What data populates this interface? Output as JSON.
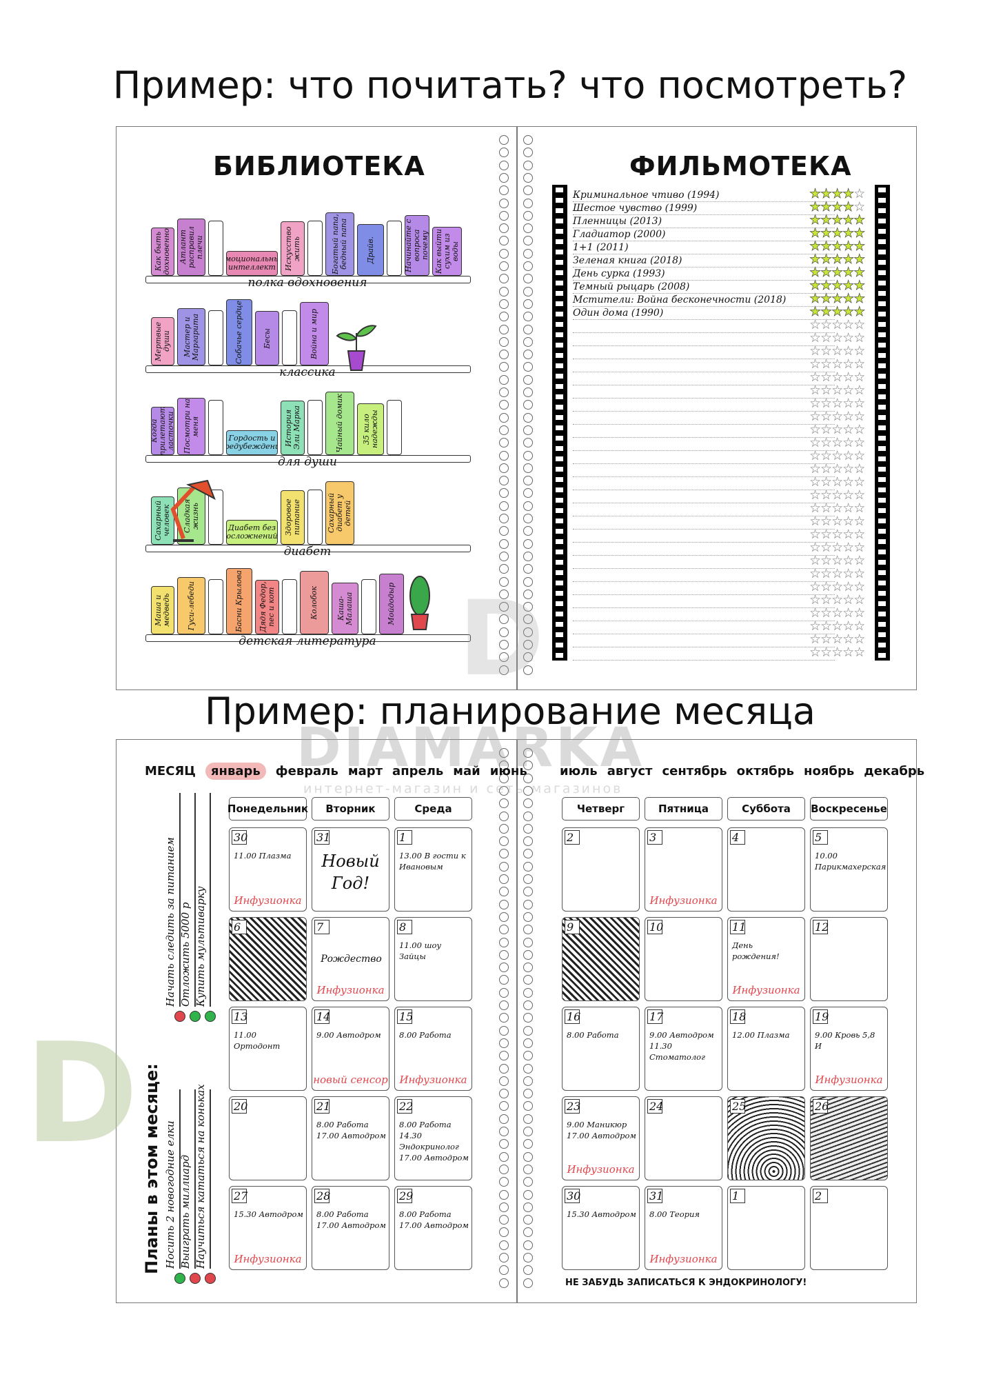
{
  "heading_1": "Пример: что почитать? что посмотреть?",
  "heading_2": "Пример: планирование месяца",
  "library": {
    "title": "БИБЛИОТЕКА",
    "shelves": [
      {
        "label": "полка вдохновения",
        "books": [
          "Как быть вдохновенной",
          "Атлант расправил плечи",
          "Эмоциональный интеллект",
          "Искусство жить",
          "Богатый папа, бедный папа",
          "Драйв.",
          "Начинайте с вопроса почему",
          "Как выйти сухим из воды"
        ]
      },
      {
        "label": "классика",
        "books": [
          "Мертвые души",
          "Мастер и Маргарита",
          "Собачье сердце",
          "Бесы",
          "Война и мир"
        ]
      },
      {
        "label": "для души",
        "books": [
          "Когда прилетают ласточки",
          "Посмотри на меня",
          "Гордость и предубеждение",
          "История Эли Марка",
          "Чайный домик",
          "35 кило надежды"
        ]
      },
      {
        "label": "диабет",
        "books": [
          "Сахарный человек",
          "Сладкая жизнь",
          "Диабет без осложнений",
          "Здоровое питание",
          "Сахарный диабет у детей"
        ]
      },
      {
        "label": "детская литература",
        "books": [
          "Маша и медведь",
          "Гуси-лебеди",
          "Басни Крылова",
          "Дядя Федор, пес и кот",
          "Колобок",
          "Каша-Малаша",
          "Мойдодыр"
        ]
      }
    ]
  },
  "filmoteka": {
    "title": "ФИЛЬМОТЕКА",
    "films": [
      {
        "name": "Криминальное чтиво (1994)",
        "rating": 4
      },
      {
        "name": "Шестое чувство (1999)",
        "rating": 4
      },
      {
        "name": "Пленницы (2013)",
        "rating": 5
      },
      {
        "name": "Гладиатор (2000)",
        "rating": 5
      },
      {
        "name": "1+1 (2011)",
        "rating": 5
      },
      {
        "name": "Зеленая книга (2018)",
        "rating": 5
      },
      {
        "name": "День сурка (1993)",
        "rating": 5
      },
      {
        "name": "Темный рыцарь (2008)",
        "rating": 5
      },
      {
        "name": "Мстители: Война бесконечности (2018)",
        "rating": 5
      },
      {
        "name": "Один дома (1990)",
        "rating": 5
      }
    ],
    "empty_rows": 26,
    "star_filled": "★",
    "star_empty": "☆",
    "star_color": "#c7e63a"
  },
  "calendar": {
    "month_label": "МЕСЯЦ",
    "months_left": [
      "январь",
      "февраль",
      "март",
      "апрель",
      "май",
      "июнь"
    ],
    "months_right": [
      "июль",
      "август",
      "сентябрь",
      "октябрь",
      "ноябрь",
      "декабрь"
    ],
    "selected_month": "январь",
    "days_left": [
      "Понедельник",
      "Вторник",
      "Среда"
    ],
    "days_right": [
      "Четверг",
      "Пятница",
      "Суббота",
      "Воскресенье"
    ],
    "plans_title": "Планы в этом месяце:",
    "plans": [
      "Носить 2 новогодние елки",
      "Выиграть миллиард",
      "Научиться кататься на коньках",
      "Начать следить за питанием",
      "Отложить 5000 р",
      "Купить мультиварку"
    ],
    "plan_colors": [
      "#2fb34a",
      "#e0474c",
      "#e0474c",
      "#e0474c",
      "#2fb34a",
      "#2fb34a"
    ],
    "reminder": "НЕ ЗАБУДЬ ЗАПИСАТЬСЯ К ЭНДОКРИНОЛОГУ!",
    "weeks": [
      [
        {
          "n": "30",
          "ev": "11.00 Плазма",
          "inf": "Инфузионка"
        },
        {
          "n": "31",
          "big": "Новый Год!"
        },
        {
          "n": "1",
          "ev": "13.00 В гости к Ивановым"
        },
        {
          "n": "2"
        },
        {
          "n": "3",
          "inf": "Инфузионка"
        },
        {
          "n": "4"
        },
        {
          "n": "5",
          "ev": "10.00 Парикмахерская"
        }
      ],
      [
        {
          "n": "6",
          "pat": "pat"
        },
        {
          "n": "7",
          "mid": "Рождество",
          "inf": "Инфузионка"
        },
        {
          "n": "8",
          "ev": "11.00 шоу Зайцы"
        },
        {
          "n": "9",
          "pat": "pat"
        },
        {
          "n": "10"
        },
        {
          "n": "11",
          "ev": "День рождения!",
          "inf": "Инфузионка"
        },
        {
          "n": "12"
        }
      ],
      [
        {
          "n": "13",
          "ev": "11.00 Ортодонт"
        },
        {
          "n": "14",
          "ev": "9.00 Автодром",
          "inf": "новый сенсор"
        },
        {
          "n": "15",
          "ev": "8.00 Работа",
          "inf": "Инфузионка"
        },
        {
          "n": "16",
          "ev": "8.00 Работа"
        },
        {
          "n": "17",
          "ev": "9.00 Автодром 11.30 Стоматолог"
        },
        {
          "n": "18",
          "ev": "12.00 Плазма"
        },
        {
          "n": "19",
          "ev": "9.00 Кровь 5,8 И",
          "inf": "Инфузионка"
        }
      ],
      [
        {
          "n": "20"
        },
        {
          "n": "21",
          "ev": "8.00 Работа 17.00 Автодром"
        },
        {
          "n": "22",
          "ev": "8.00 Работа 14.30 Эндокринолог 17.00 Автодром"
        },
        {
          "n": "23",
          "ev": "9.00 Маникюр 17.00 Автодром",
          "inf": "Инфузионка"
        },
        {
          "n": "24"
        },
        {
          "n": "25",
          "pat": "pat2"
        },
        {
          "n": "26",
          "pat": "pat3"
        }
      ],
      [
        {
          "n": "27",
          "ev": "15.30 Автодром",
          "inf": "Инфузионка"
        },
        {
          "n": "28",
          "ev": "8.00 Работа 17.00 Автодром"
        },
        {
          "n": "29",
          "ev": "8.00 Работа 17.00 Автодром"
        },
        {
          "n": "30",
          "ev": "15.30 Автодром"
        },
        {
          "n": "31",
          "ev": "8.00 Теория",
          "inf": "Инфузионка"
        },
        {
          "n": "1"
        },
        {
          "n": "2"
        }
      ]
    ]
  },
  "watermark": {
    "brand": "DIAMARKA",
    "sub": "интернет-магазин и сеть магазинов",
    "logo": "D"
  }
}
